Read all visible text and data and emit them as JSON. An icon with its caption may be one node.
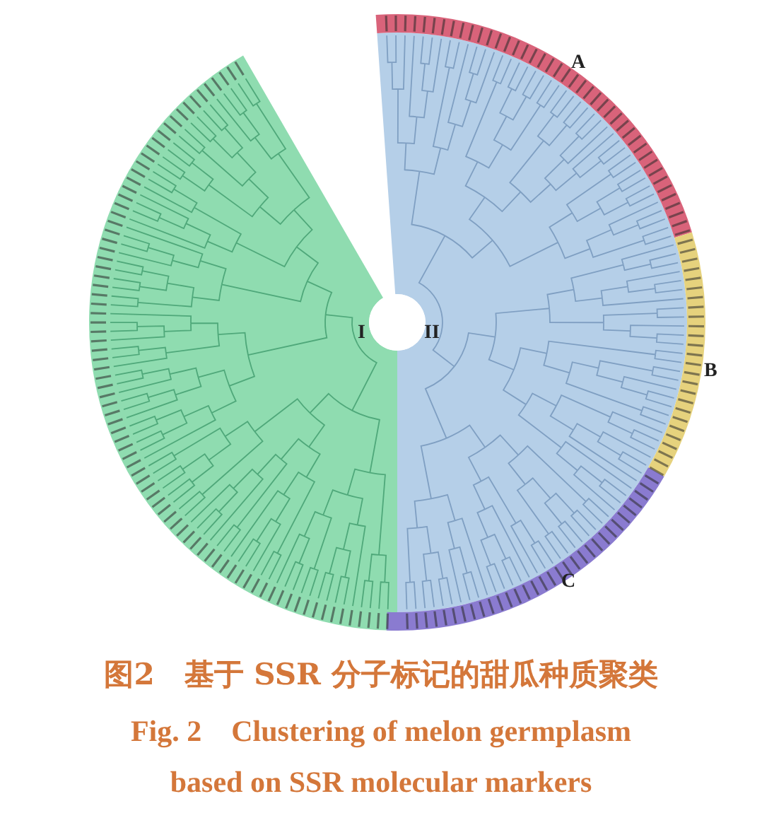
{
  "diagram": {
    "caption": "图2　基于 SSR 分子标记的甜瓜种质聚类",
    "labels": [
      "A",
      "B",
      "C",
      "I",
      "II",
      "Fig. 2　Clustering of melon germplasm based on SSR molecular markers"
    ]
  }
}
